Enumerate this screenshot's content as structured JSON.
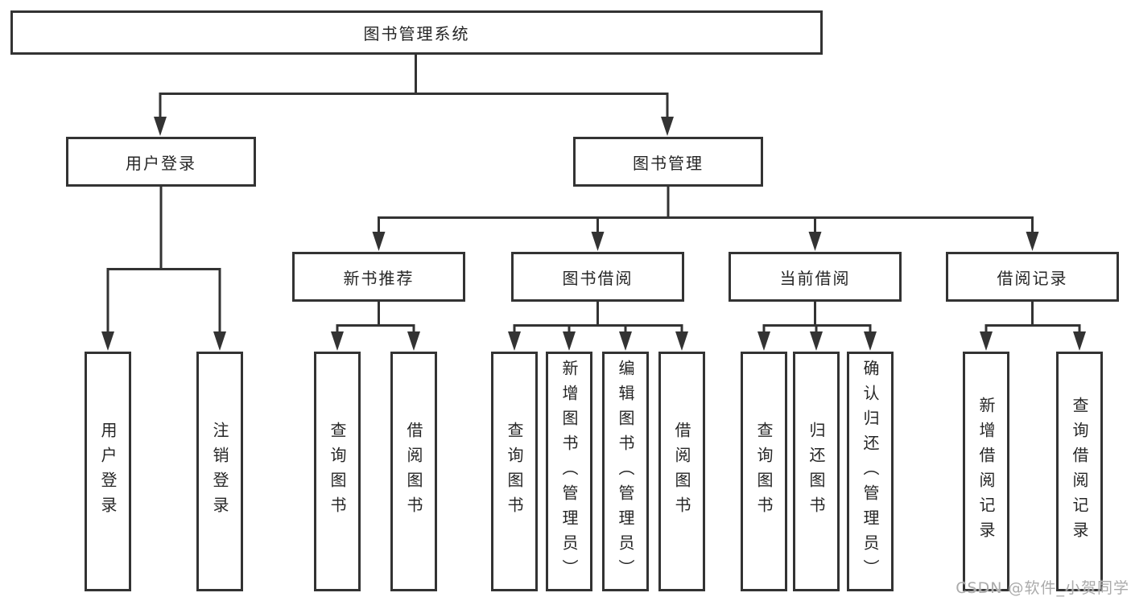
{
  "diagram": {
    "root": {
      "label": "图书管理系统"
    },
    "level2": [
      {
        "label": "用户登录"
      },
      {
        "label": "图书管理"
      }
    ],
    "level3": [
      {
        "label": "新书推荐"
      },
      {
        "label": "图书借阅"
      },
      {
        "label": "当前借阅"
      },
      {
        "label": "借阅记录"
      }
    ],
    "leaves": {
      "user_login": [
        {
          "label": "用户登录"
        },
        {
          "label": "注销登录"
        }
      ],
      "new_book_recommend": [
        {
          "label": "查询图书"
        },
        {
          "label": "借阅图书"
        }
      ],
      "book_borrow": [
        {
          "label": "查询图书"
        },
        {
          "label": "新增图书（管理员）"
        },
        {
          "label": "编辑图书（管理员）"
        },
        {
          "label": "借阅图书"
        }
      ],
      "current_borrow": [
        {
          "label": "查询图书"
        },
        {
          "label": "归还图书"
        },
        {
          "label": "确认归还（管理员）"
        }
      ],
      "borrow_records": [
        {
          "label": "新增借阅记录"
        },
        {
          "label": "查询借阅记录"
        }
      ]
    },
    "watermark": "CSDN @软件_小贺同学",
    "colors": {
      "line": "#333333",
      "box_border": "#333333",
      "text": "#262626",
      "watermark": "#ababab",
      "background": "#ffffff"
    }
  }
}
